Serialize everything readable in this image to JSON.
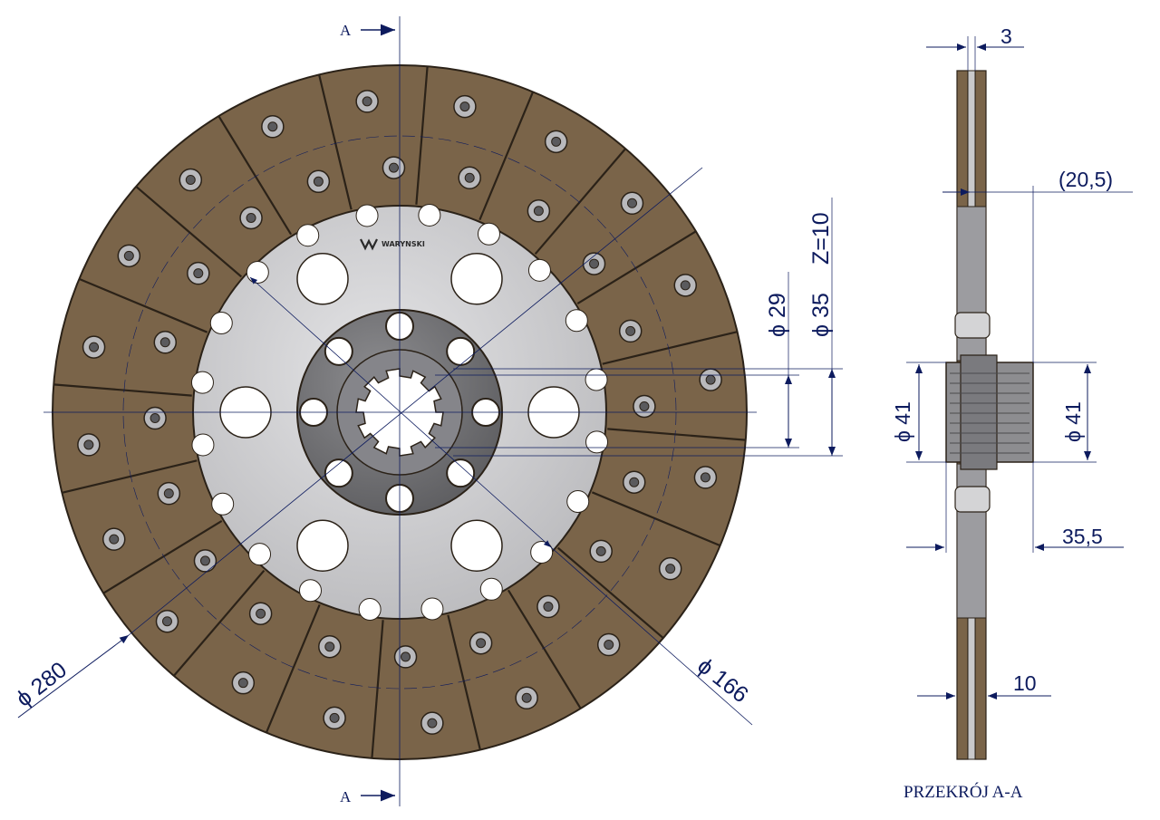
{
  "section_markers": {
    "top": "A",
    "bottom": "A"
  },
  "brand": {
    "name": "WARYNSKI"
  },
  "front_view_dimensions": {
    "outer_diameter": "ϕ 280",
    "lining_inner_diameter": "ϕ 166",
    "spline_inner_diameter": "ϕ 29",
    "spline_outer_diameter": "ϕ 35",
    "spline_teeth": "Z=10"
  },
  "section_view_dimensions": {
    "plate_thickness": "3",
    "hub_offset": "(20,5)",
    "hub_length": "35,5",
    "total_thickness": "10",
    "hub_diameter_left": "ϕ 41",
    "hub_diameter_right": "ϕ 41"
  },
  "section_caption": "PRZEKRÓJ A-A",
  "colors": {
    "lining": "#7a6449",
    "lining_edge": "#2b2218",
    "plate": "#c9c9cb",
    "hub": "#6f6f72",
    "dimension_line": "#0d1b5e"
  }
}
